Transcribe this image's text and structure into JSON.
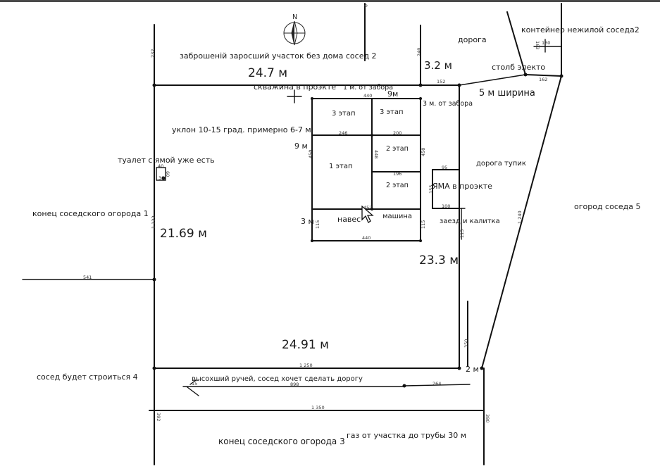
{
  "compass": {
    "north_letter": "N"
  },
  "labels": {
    "abandoned_plot": "заброшеній заросший участок без дома  сосед 2",
    "road_top": "дорога",
    "container": "контейнер  нежилой соседа2",
    "pole": "столб электо",
    "well": "скважина в проэкте",
    "one_m_fence": "1 м. от забора",
    "three_m_fence": "3 м. от забора",
    "width_5m": "5 м ширина",
    "slope": "уклон 10-15 град. примерно 6-7 м.",
    "toilet": "туалет с ямой уже есть",
    "dead_end": "дорога тупик",
    "pit": "ЯМА в проэкте",
    "garden5": "огород соседа 5",
    "garden1_end": "конец соседского огорода 1",
    "shed": "навес",
    "car": "машина",
    "entry": "заезд и калитка",
    "neighbor4": "сосед будет строиться 4",
    "stream": "высохший ручей, сосед хочет сделать дорогу",
    "garden3_end": "конец соседского огорода 3",
    "gas": "газ от участка до трубы 30 м",
    "stage1": "1 этап",
    "stage2a": "2 этап",
    "stage2b": "2 этап",
    "stage3a": "3 этап",
    "stage3b": "3 этап"
  },
  "measurements": {
    "top_width": "24.7 м",
    "top_right": "3.2 м",
    "left_side": "21.69 м",
    "right_side": "23.3 м",
    "bottom_width": "24.91 м",
    "two_m": "2 м",
    "nine_m_top": "9м",
    "nine_m_left": "9 м",
    "three_m": "3 м"
  },
  "dimensions": {
    "d232": "232",
    "d240": "240",
    "d152": "152",
    "d162": "162",
    "d130": "130",
    "d163": "163",
    "d440_top": "440",
    "d246": "246",
    "d200": "200",
    "d450_left": "450",
    "d450_right": "450",
    "d448": "448",
    "d196": "196",
    "d95": "95",
    "d155": "155",
    "d100": "100",
    "d452": "452",
    "d115_left": "115",
    "d115_right": "115",
    "d115_mid": "115",
    "d440_bottom": "440",
    "d1122": "1 122",
    "d541": "541",
    "d40": "40",
    "d60": "60",
    "d30": "30",
    "d1240": "1 240",
    "d350": "350",
    "d1250": "1 250",
    "d898": "898",
    "d264": "264",
    "d1350": "1 350",
    "d392": "392",
    "d380": "380",
    "d15": "15",
    "d0": "0"
  }
}
